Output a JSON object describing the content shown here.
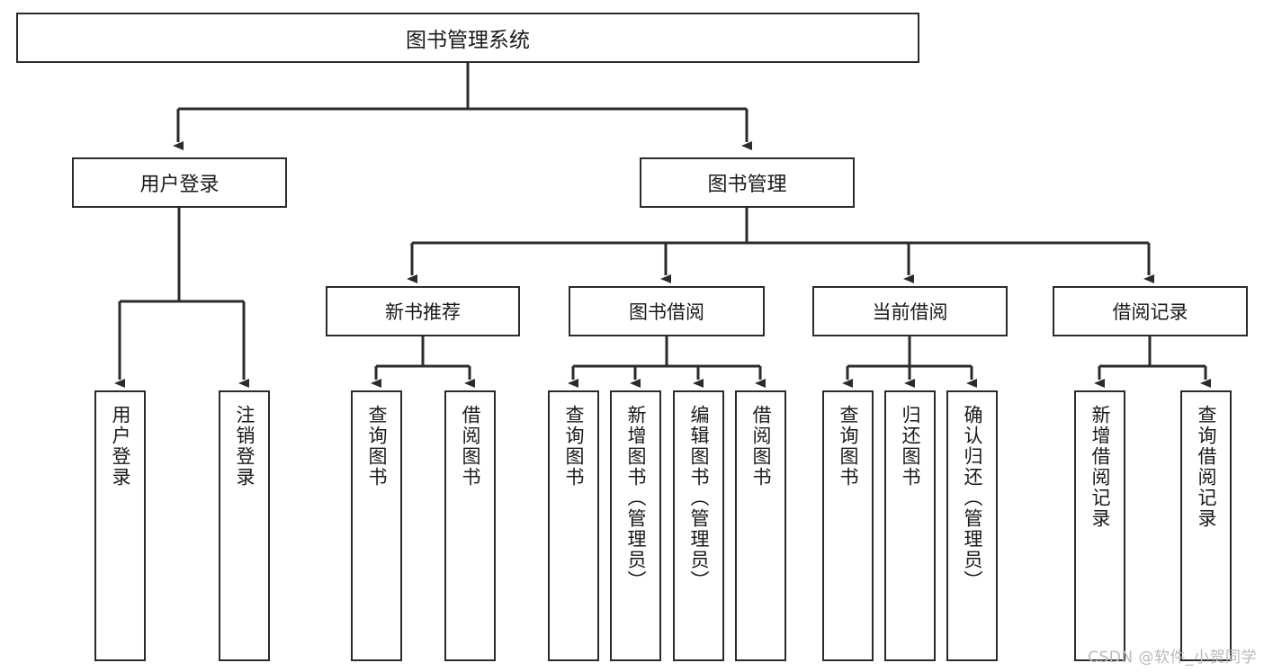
{
  "diagram": {
    "title": "图书管理系统",
    "type": "hierarchy-tree",
    "background_color": "#ffffff",
    "line_color": "#2b2b2b",
    "box_border_color": "#2b2b2b",
    "box_fill_color": "#ffffff",
    "root": {
      "label": "图书管理系统"
    },
    "level2": [
      {
        "label": "用户登录"
      },
      {
        "label": "图书管理"
      }
    ],
    "level3": [
      {
        "label": "新书推荐"
      },
      {
        "label": "图书借阅"
      },
      {
        "label": "当前借阅"
      },
      {
        "label": "借阅记录"
      }
    ],
    "leaves": {
      "user_login": [
        {
          "label": "用户登录"
        },
        {
          "label": "注销登录"
        }
      ],
      "new_book_recommend": [
        {
          "label": "查询图书"
        },
        {
          "label": "借阅图书"
        }
      ],
      "book_borrow": [
        {
          "label": "查询图书"
        },
        {
          "label": "新增图书（管理员）"
        },
        {
          "label": "编辑图书（管理员）"
        },
        {
          "label": "借阅图书"
        }
      ],
      "current_borrow": [
        {
          "label": "查询图书"
        },
        {
          "label": "归还图书"
        },
        {
          "label": "确认归还（管理员）"
        }
      ],
      "borrow_record": [
        {
          "label": "新增借阅记录"
        },
        {
          "label": "查询借阅记录"
        }
      ]
    }
  },
  "watermark": {
    "text": "CSDN @软件_小贺同学"
  }
}
